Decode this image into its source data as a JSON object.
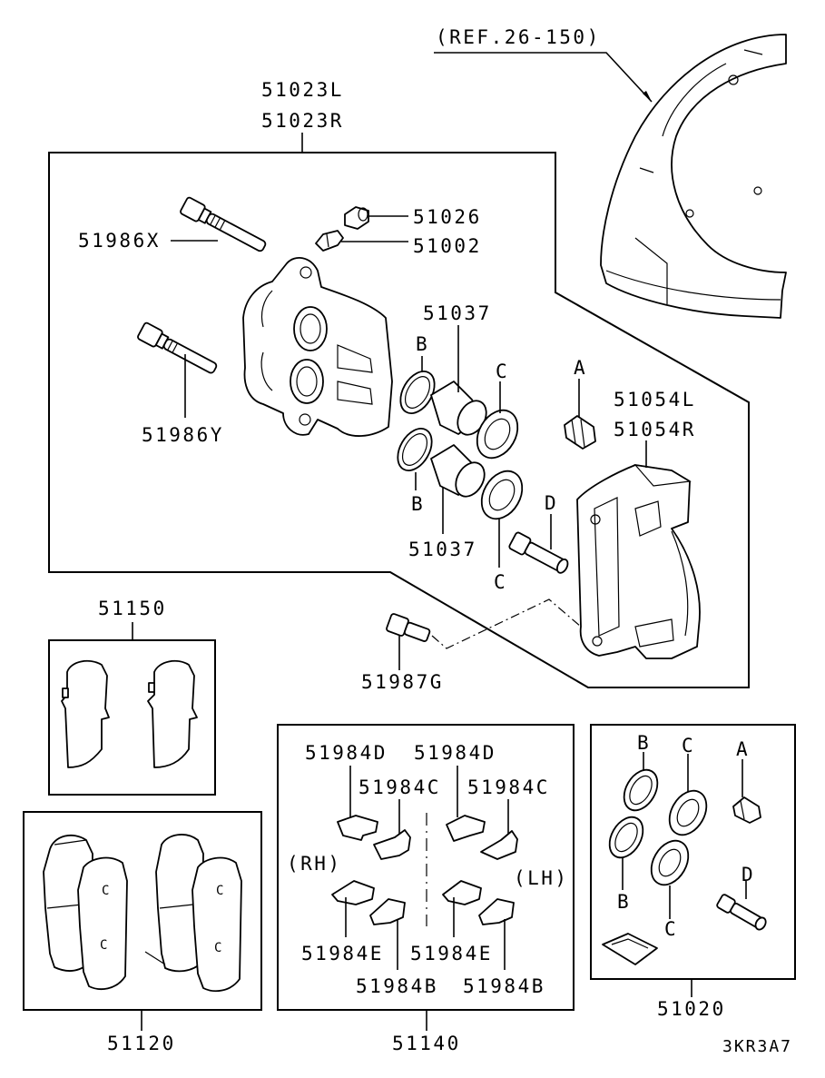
{
  "labels": {
    "ref": "(REF.26-150)",
    "caliper_l": "51023L",
    "caliper_r": "51023R",
    "bolt_x": "51986X",
    "bolt_y": "51986Y",
    "cap": "51026",
    "bleeder": "51002",
    "piston_top": "51037",
    "piston_bottom": "51037",
    "letter_a": "A",
    "letter_b_top": "B",
    "letter_b_bottom": "B",
    "letter_c_top": "C",
    "letter_c_bottom": "C",
    "letter_d": "D",
    "support_l": "51054L",
    "support_r": "51054R",
    "bolt_g": "51987G",
    "shim_set": "51150",
    "pad_set": "51120",
    "clip_set": "51140",
    "clip_d_rh": "51984D",
    "clip_d_lh": "51984D",
    "clip_c_rh": "51984C",
    "clip_c_lh": "51984C",
    "clip_e_rh": "51984E",
    "clip_e_lh": "51984E",
    "clip_b_rh": "51984B",
    "clip_b_lh": "51984B",
    "rh": "(RH)",
    "lh": "(LH)",
    "kit": "51020",
    "kit_b1": "B",
    "kit_b2": "B",
    "kit_c1": "C",
    "kit_c2": "C",
    "kit_a": "A",
    "kit_d": "D",
    "figure_code": "3KR3A7"
  }
}
